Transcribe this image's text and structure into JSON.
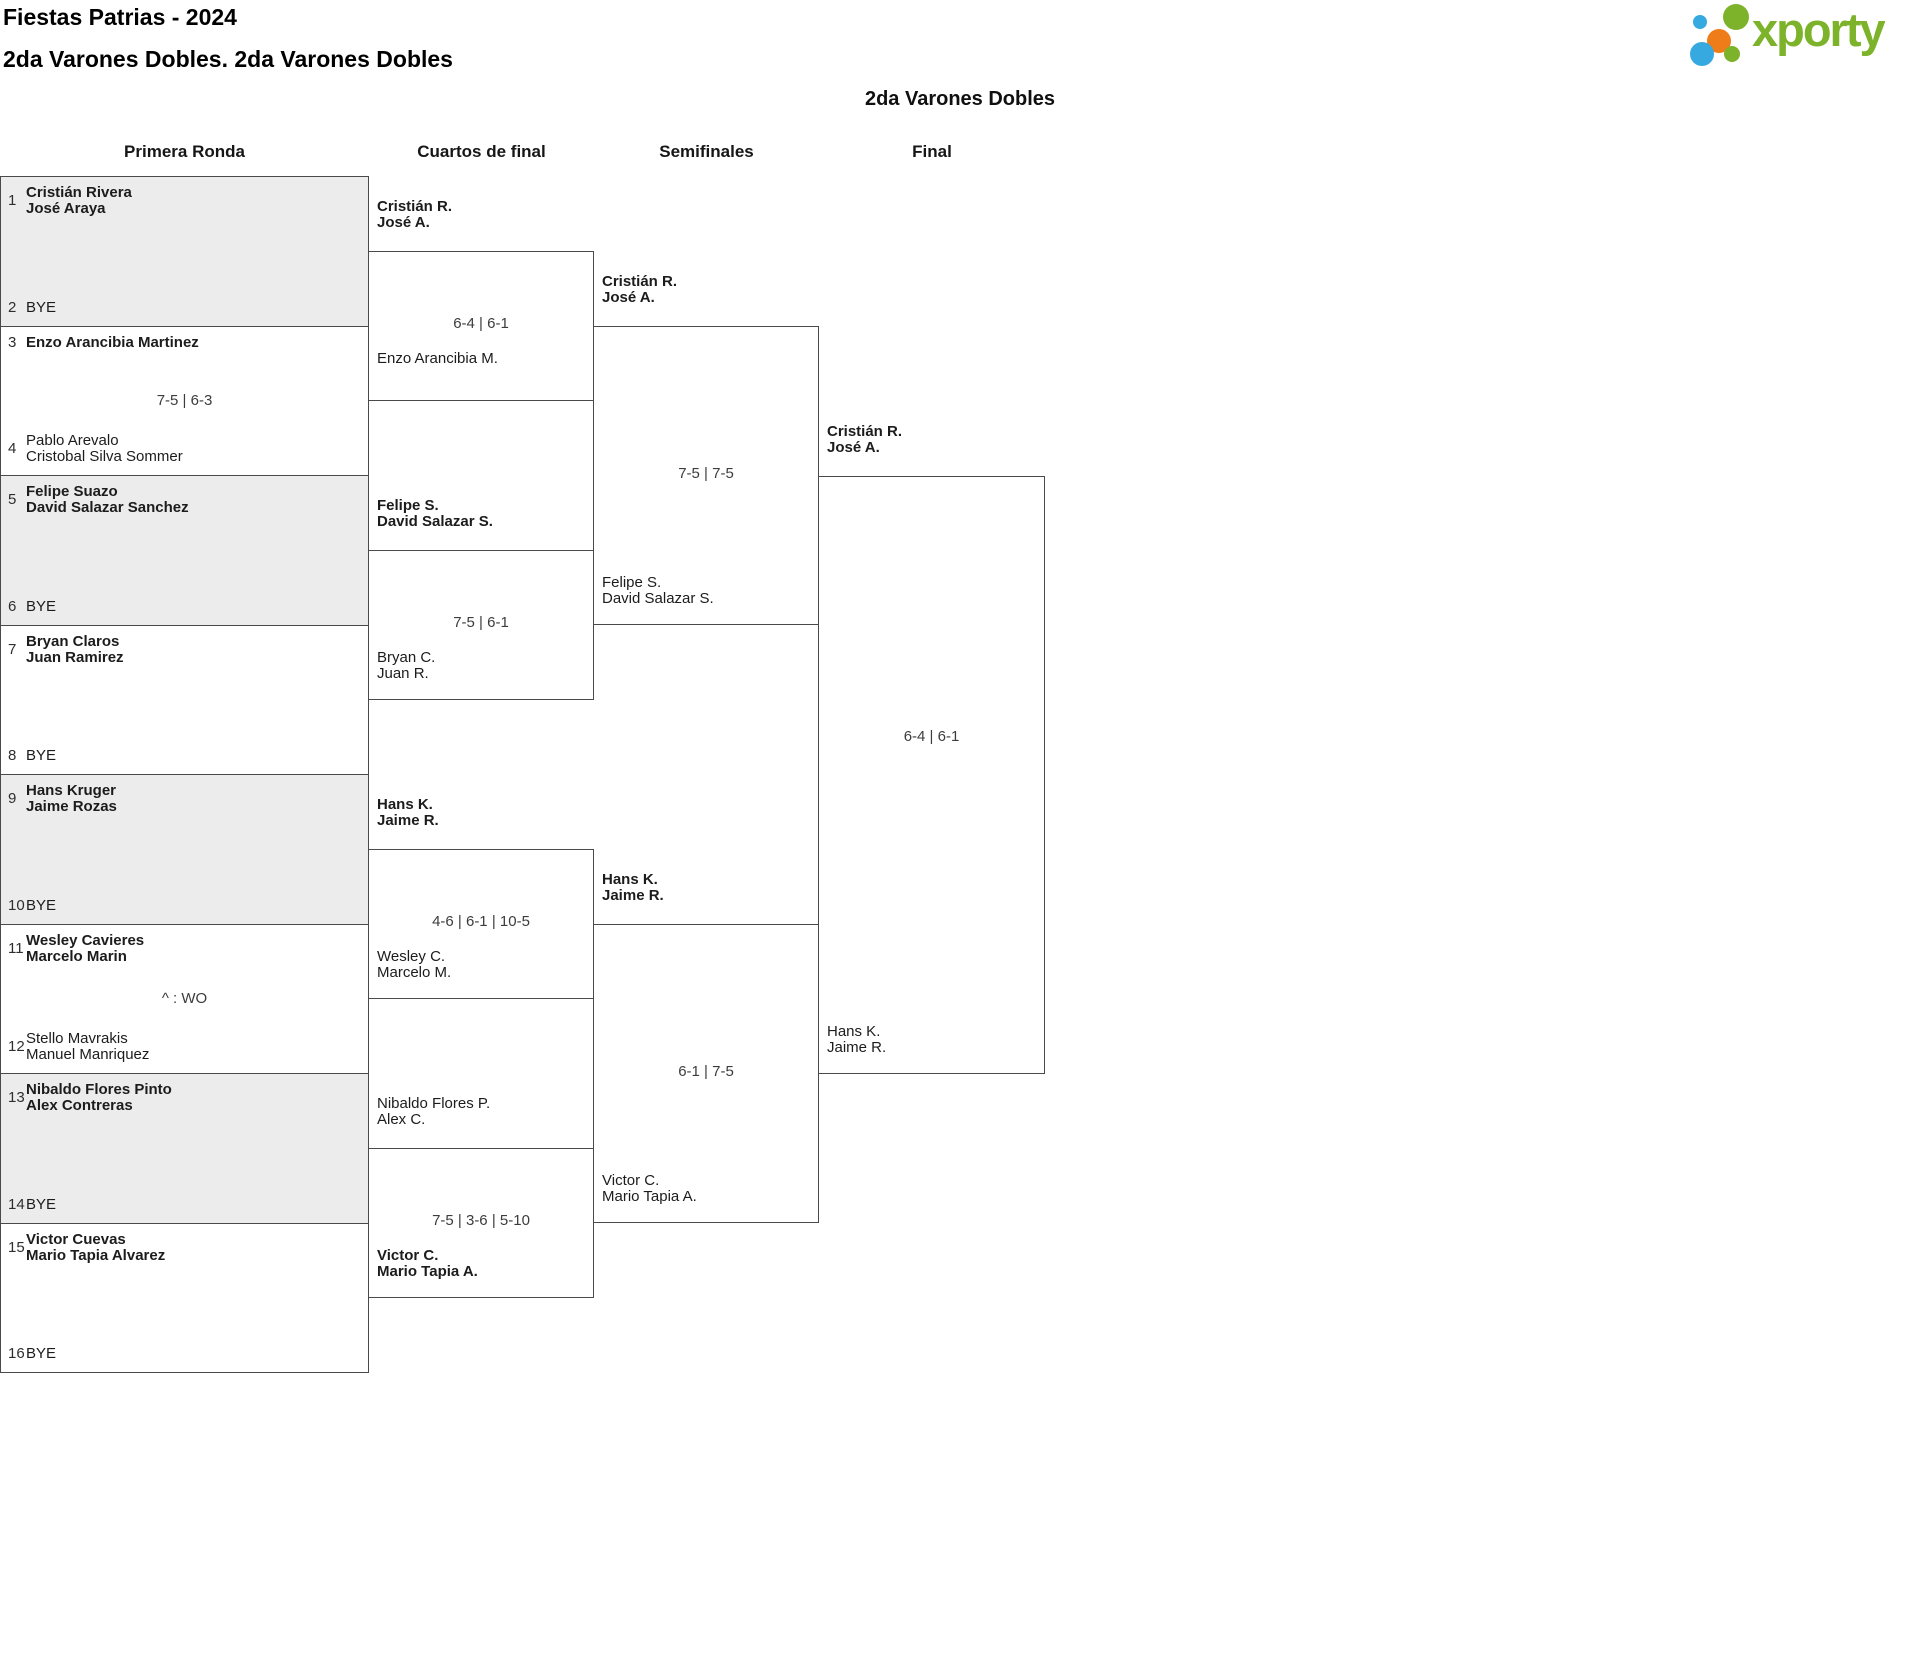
{
  "header": {
    "title": "Fiestas Patrias - 2024",
    "subtitle": "2da Varones Dobles. 2da Varones Dobles"
  },
  "logo": {
    "text": "xporty",
    "green": "#7db32a",
    "blue": "#36a9e1",
    "orange": "#ee7d19"
  },
  "bracket": {
    "title": "2da Varones Dobles",
    "rounds": [
      "Primera Ronda",
      "Cuartos de final",
      "Semifinales",
      "Final"
    ],
    "first_round": [
      {
        "shaded": true,
        "score": "",
        "top": {
          "seed": "1",
          "winner": true,
          "lines": [
            "Cristián Rivera",
            "José Araya"
          ]
        },
        "bottom": {
          "seed": "2",
          "winner": false,
          "lines": [
            "BYE"
          ]
        }
      },
      {
        "shaded": false,
        "score": "7-5 | 6-3",
        "top": {
          "seed": "3",
          "winner": true,
          "lines": [
            "Enzo Arancibia Martinez"
          ]
        },
        "bottom": {
          "seed": "4",
          "winner": false,
          "lines": [
            "Pablo Arevalo",
            "Cristobal Silva Sommer"
          ]
        }
      },
      {
        "shaded": true,
        "score": "",
        "top": {
          "seed": "5",
          "winner": true,
          "lines": [
            "Felipe Suazo",
            "David Salazar Sanchez"
          ]
        },
        "bottom": {
          "seed": "6",
          "winner": false,
          "lines": [
            "BYE"
          ]
        }
      },
      {
        "shaded": false,
        "score": "",
        "top": {
          "seed": "7",
          "winner": true,
          "lines": [
            "Bryan Claros",
            "Juan Ramirez"
          ]
        },
        "bottom": {
          "seed": "8",
          "winner": false,
          "lines": [
            "BYE"
          ]
        }
      },
      {
        "shaded": true,
        "score": "",
        "top": {
          "seed": "9",
          "winner": true,
          "lines": [
            "Hans Kruger",
            "Jaime Rozas"
          ]
        },
        "bottom": {
          "seed": "10",
          "winner": false,
          "lines": [
            "BYE"
          ]
        }
      },
      {
        "shaded": false,
        "score": "^ : WO",
        "top": {
          "seed": "11",
          "winner": true,
          "lines": [
            "Wesley Cavieres",
            "Marcelo Marin"
          ]
        },
        "bottom": {
          "seed": "12",
          "winner": false,
          "lines": [
            "Stello Mavrakis",
            "Manuel Manriquez"
          ]
        }
      },
      {
        "shaded": true,
        "score": "",
        "top": {
          "seed": "13",
          "winner": true,
          "lines": [
            "Nibaldo Flores Pinto",
            "Alex Contreras"
          ]
        },
        "bottom": {
          "seed": "14",
          "winner": false,
          "lines": [
            "BYE"
          ]
        }
      },
      {
        "shaded": false,
        "score": "",
        "top": {
          "seed": "15",
          "winner": true,
          "lines": [
            "Victor Cuevas",
            "Mario Tapia Alvarez"
          ]
        },
        "bottom": {
          "seed": "16",
          "winner": false,
          "lines": [
            "BYE"
          ]
        }
      }
    ],
    "quarterfinals": [
      {
        "score": "6-4 | 6-1",
        "top": {
          "winner": true,
          "lines": [
            "Cristián R.",
            "José A."
          ]
        },
        "bottom": {
          "winner": false,
          "lines": [
            "Enzo Arancibia M."
          ]
        }
      },
      {
        "score": "7-5 | 6-1",
        "top": {
          "winner": true,
          "lines": [
            "Felipe S.",
            "David Salazar S."
          ]
        },
        "bottom": {
          "winner": false,
          "lines": [
            "Bryan C.",
            "Juan R."
          ]
        }
      },
      {
        "score": "4-6 | 6-1 | 10-5",
        "top": {
          "winner": true,
          "lines": [
            "Hans K.",
            "Jaime R."
          ]
        },
        "bottom": {
          "winner": false,
          "lines": [
            "Wesley C.",
            "Marcelo M."
          ]
        }
      },
      {
        "score": "7-5 | 3-6 | 5-10",
        "top": {
          "winner": false,
          "lines": [
            "Nibaldo Flores P.",
            "Alex C."
          ]
        },
        "bottom": {
          "winner": true,
          "lines": [
            "Victor C.",
            "Mario Tapia A."
          ]
        }
      }
    ],
    "semifinals": [
      {
        "score": "7-5 | 7-5",
        "top": {
          "winner": true,
          "lines": [
            "Cristián R.",
            "José A."
          ]
        },
        "bottom": {
          "winner": false,
          "lines": [
            "Felipe S.",
            "David Salazar S."
          ]
        }
      },
      {
        "score": "6-1 | 7-5",
        "top": {
          "winner": true,
          "lines": [
            "Hans K.",
            "Jaime R."
          ]
        },
        "bottom": {
          "winner": false,
          "lines": [
            "Victor C.",
            "Mario Tapia A."
          ]
        }
      }
    ],
    "final": {
      "score": "6-4 | 6-1",
      "top": {
        "winner": true,
        "lines": [
          "Cristián R.",
          "José A."
        ]
      },
      "bottom": {
        "winner": false,
        "lines": [
          "Hans K.",
          "Jaime R."
        ]
      }
    }
  }
}
